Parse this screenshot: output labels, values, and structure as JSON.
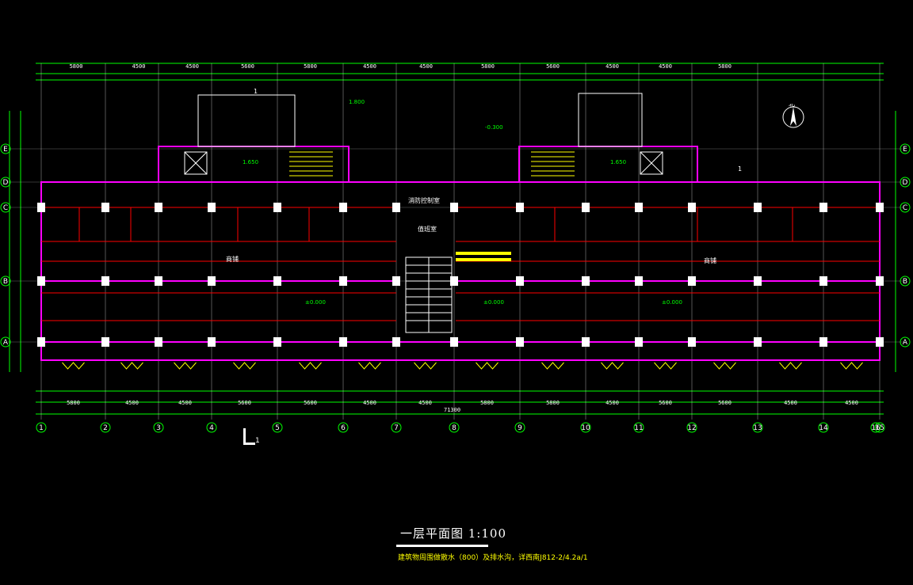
{
  "drawing": {
    "title": "一层平面图 1:100",
    "note": "建筑物周围做散水（800）及排水沟，详西南J812-2/4.2a/1",
    "north_label": "北",
    "section_mark": "1",
    "total_dimension": "71300"
  },
  "axes": {
    "columns": [
      "1",
      "2",
      "3",
      "4",
      "5",
      "6",
      "7",
      "8",
      "9",
      "10",
      "11",
      "12",
      "13",
      "14",
      "15",
      "16"
    ],
    "rows": [
      "A",
      "B",
      "C",
      "D",
      "E"
    ]
  },
  "bays": {
    "bottom": [
      "5800",
      "4500",
      "4500",
      "5600",
      "5600",
      "4500",
      "4500",
      "5800",
      "5800",
      "4500",
      "5600",
      "5600",
      "4500",
      "4500",
      "5800"
    ],
    "top": [
      "5800",
      "4500",
      "4500",
      "5600",
      "5800",
      "4500",
      "4500",
      "5800",
      "5600",
      "4500",
      "4500",
      "5800"
    ]
  },
  "rooms": {
    "shop_left": "商铺",
    "shop_right": "商铺",
    "fire_control": "消防控制室",
    "duty": "值班室"
  },
  "elevations": {
    "floor": "±0.000",
    "stair": "1.650",
    "entry": "-0.300",
    "top": "1.800"
  },
  "colors": {
    "wall": "#ff00ff",
    "grid": "#ffffff",
    "dimension": "#00ff00",
    "partition": "#ff0000",
    "annotation": "#ffff00"
  }
}
